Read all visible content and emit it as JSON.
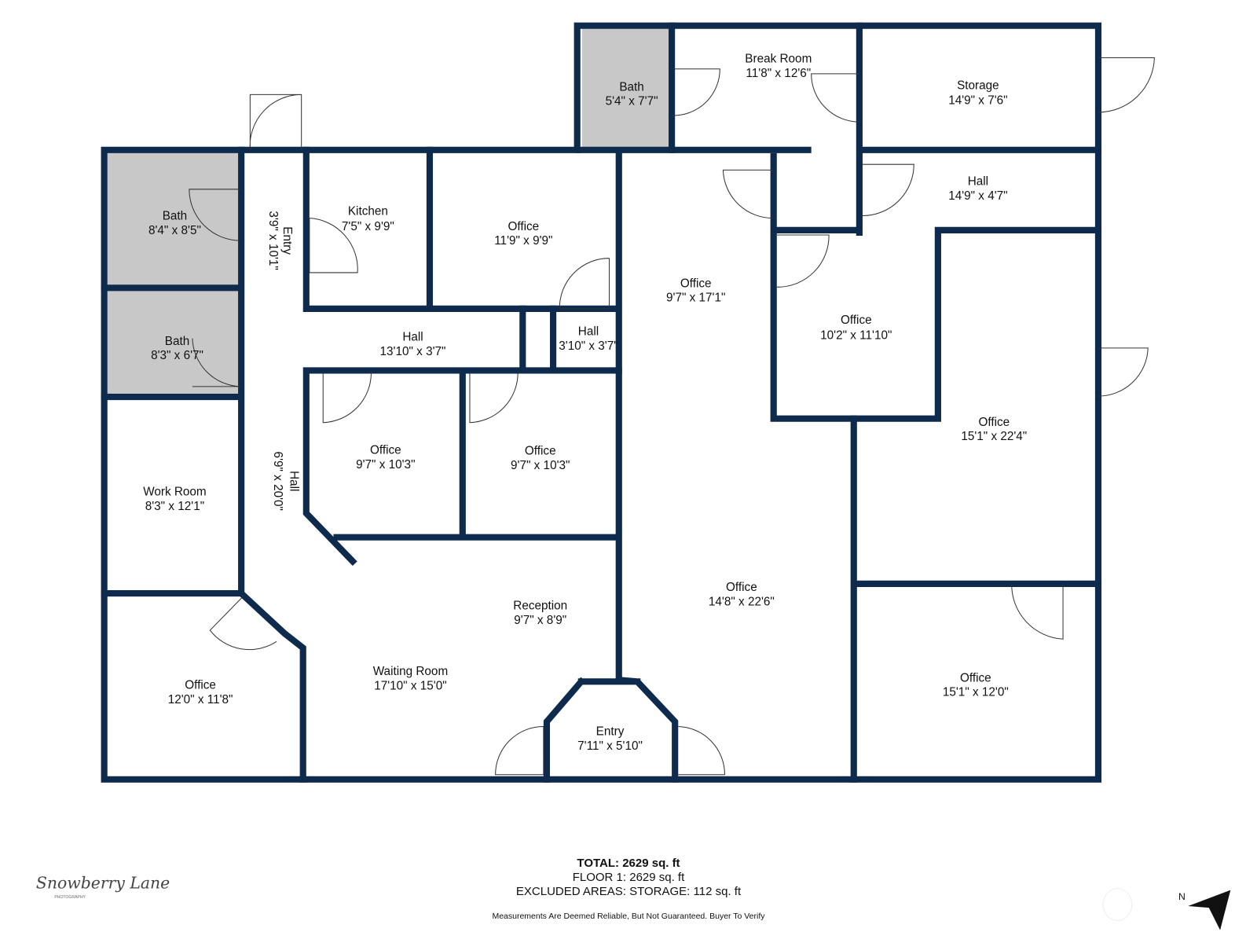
{
  "colors": {
    "wall": "#0e2a4d",
    "excluded_area": "#c8c8c8"
  },
  "rooms": [
    {
      "name": "Bath",
      "size": "5'4\" x 7'7\""
    },
    {
      "name": "Break Room",
      "size": "11'8\" x 12'6\""
    },
    {
      "name": "Storage",
      "size": "14'9\" x 7'6\""
    },
    {
      "name": "Hall",
      "size": "14'9\" x 4'7\""
    },
    {
      "name": "Bath",
      "size": "8'4\" x 8'5\""
    },
    {
      "name": "Kitchen",
      "size": "7'5\" x 9'9\""
    },
    {
      "name": "Office",
      "size": "11'9\" x 9'9\""
    },
    {
      "name": "Office",
      "size": "9'7\" x 17'1\""
    },
    {
      "name": "Office",
      "size": "10'2\" x 11'10\""
    },
    {
      "name": "Bath",
      "size": "8'3\" x 6'7\""
    },
    {
      "name": "Hall",
      "size": "13'10\" x 3'7\""
    },
    {
      "name": "Hall",
      "size": "3'10\" x 3'7\""
    },
    {
      "name": "Office",
      "size": "15'1\" x 22'4\""
    },
    {
      "name": "Office",
      "size": "9'7\" x 10'3\""
    },
    {
      "name": "Office",
      "size": "9'7\" x 10'3\""
    },
    {
      "name": "Work Room",
      "size": "8'3\" x 12'1\""
    },
    {
      "name": "Reception",
      "size": "9'7\" x 8'9\""
    },
    {
      "name": "Office",
      "size": "14'8\" x 22'6\""
    },
    {
      "name": "Waiting Room",
      "size": "17'10\" x 15'0\""
    },
    {
      "name": "Office",
      "size": "12'0\" x 11'8\""
    },
    {
      "name": "Office",
      "size": "15'1\" x 12'0\""
    },
    {
      "name": "Entry",
      "size": "7'11\" x 5'10\""
    },
    {
      "name": "Entry",
      "size": "3'9\" x 10'1\""
    },
    {
      "name": "Hall",
      "size": "6'9\" x 20'0\""
    }
  ],
  "summary": {
    "total": "TOTAL: 2629 sq. ft",
    "floor": "FLOOR 1: 2629 sq. ft",
    "excluded": "EXCLUDED AREAS: STORAGE: 112 sq. ft",
    "disclaimer": "Measurements Are Deemed Reliable, But Not Guaranteed. Buyer To Verify"
  },
  "logo": {
    "text": "Snowberry Lane",
    "subtext": "PHOTOGRAPHY"
  },
  "compass": {
    "label": "N",
    "icon": "compass-arrow-icon"
  }
}
